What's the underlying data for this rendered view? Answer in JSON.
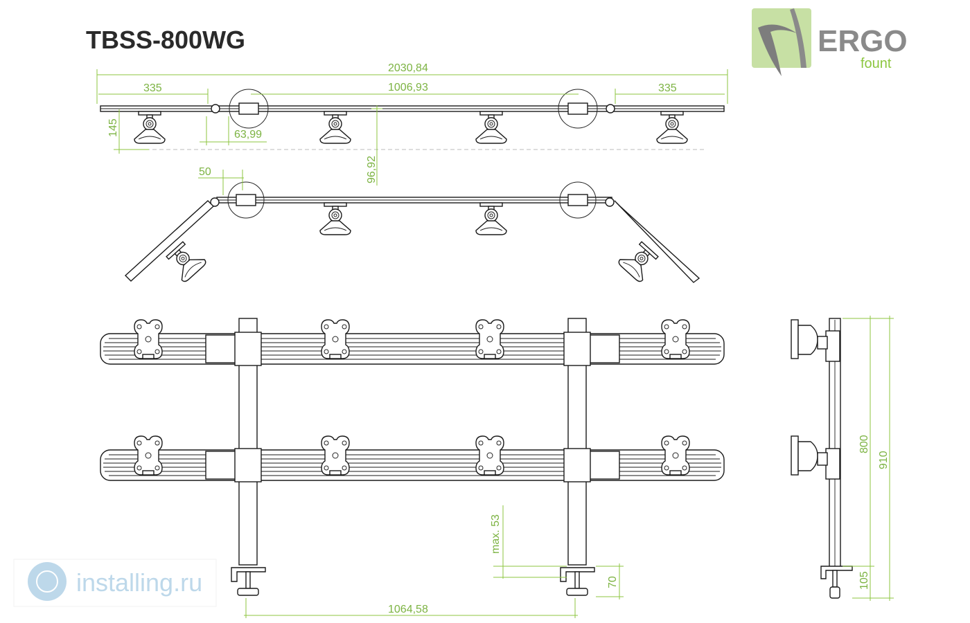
{
  "title": "TBSS-800WG",
  "logo": {
    "brand": "ERGO",
    "sub": "fount"
  },
  "watermark": "installing.ru",
  "dimensions": {
    "total_width": "2030,84",
    "end_left": "335",
    "center_span": "1006,93",
    "end_right": "335",
    "joint_offset": "63,99",
    "arm_depth": "145",
    "bar_depth": "96,92",
    "angled_offset": "50",
    "pole_spacing": "1064,58",
    "clamp_max": "max. 53",
    "clamp_height": "70",
    "row_spacing": "800",
    "total_height": "910",
    "base_height": "105"
  },
  "colors": {
    "accent": "#8cc63f",
    "line": "#1a1a1a",
    "watermark": "#a7cbe3"
  }
}
